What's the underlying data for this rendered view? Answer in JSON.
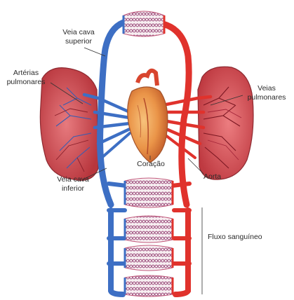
{
  "labels": {
    "vena_cava_superior": [
      "Veia cava",
      "superior"
    ],
    "arterias_pulmonares": [
      "Artérias",
      "pulmonares"
    ],
    "veias_pulmonares": [
      "Veias",
      "pulmonares"
    ],
    "coracao": "Coração",
    "vena_cava_inferior": [
      "Veia cava",
      "inferior"
    ],
    "aorta": "Aorta",
    "fluxo_sanguineo": "Fluxo sanguíneo"
  },
  "colors": {
    "oxygenated": "#e0322c",
    "deoxygenated": "#3d6fc4",
    "lung": "#c8454a",
    "heart": "#e8914a",
    "capillary_bg": "#f5e6ea"
  }
}
